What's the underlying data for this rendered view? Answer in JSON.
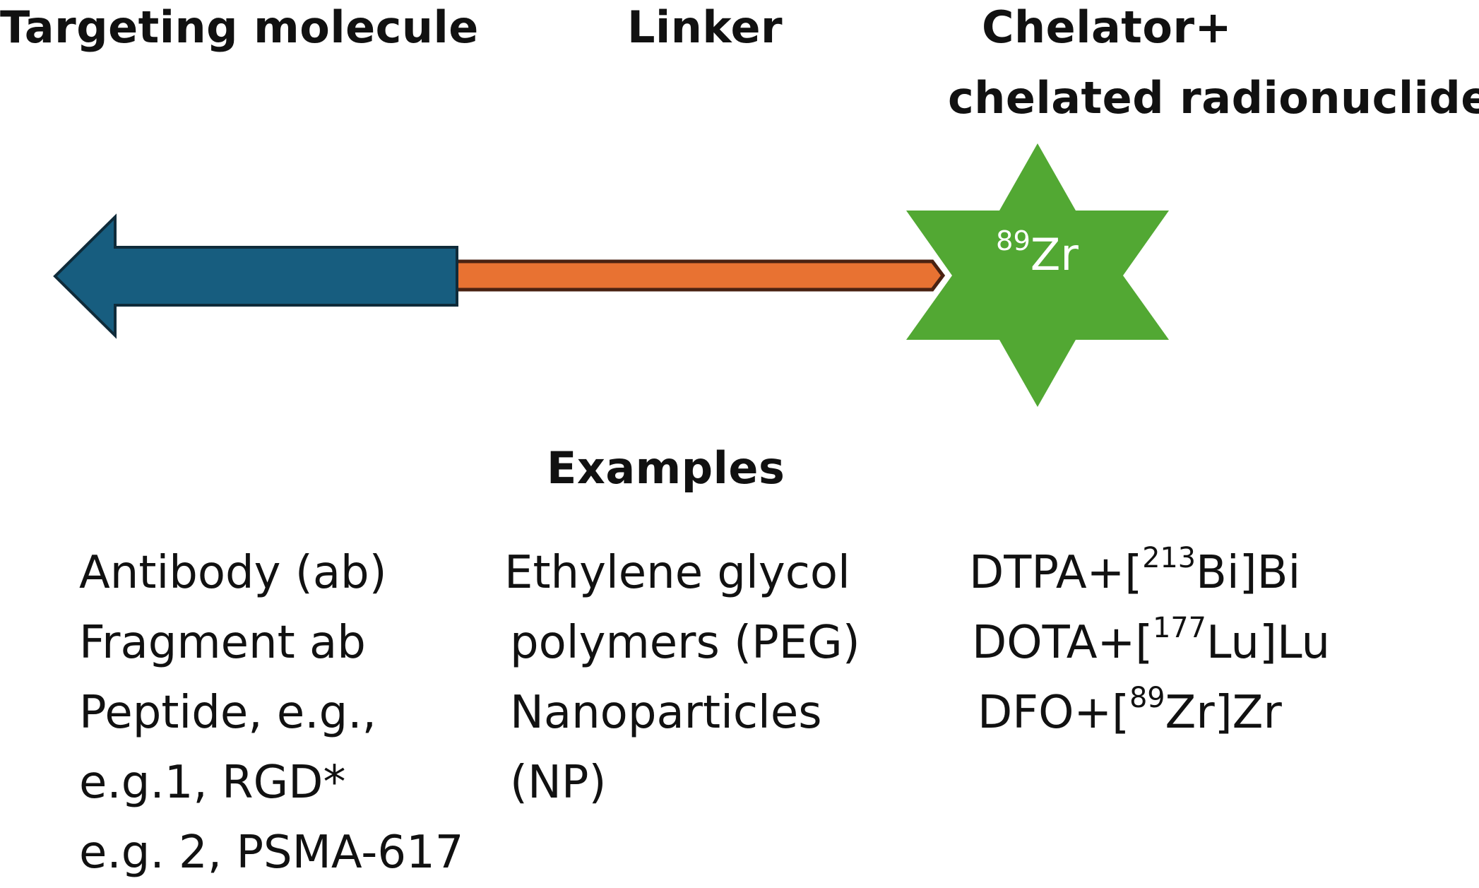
{
  "headings": {
    "targeting": "Targeting molecule",
    "linker": "Linker",
    "chelator_line1": "Chelator+",
    "chelator_line2": "chelated radionuclide",
    "examples": "Examples"
  },
  "star": {
    "isotope_mass": "89",
    "element": "Zr"
  },
  "colors": {
    "arrow_fill": "#175d7f",
    "arrow_stroke": "#0f2b3a",
    "linker_fill": "#e87232",
    "linker_stroke": "#4a2212",
    "star_fill": "#52a833"
  },
  "examples": {
    "targeting": [
      "Antibody (ab)",
      "Fragment ab",
      "Peptide, e.g.,",
      "e.g.1, RGD*",
      "e.g. 2, PSMA-617"
    ],
    "linker": [
      "Ethylene glycol",
      "polymers (PEG)",
      "Nanoparticles",
      "(NP)"
    ],
    "chelator": [
      {
        "prefix": "DTPA+[",
        "mass": "213",
        "suffix": "Bi]Bi"
      },
      {
        "prefix": "DOTA+[",
        "mass": "177",
        "suffix": "Lu]Lu"
      },
      {
        "prefix": "DFO+[",
        "mass": "89",
        "suffix": "Zr]Zr"
      }
    ]
  }
}
